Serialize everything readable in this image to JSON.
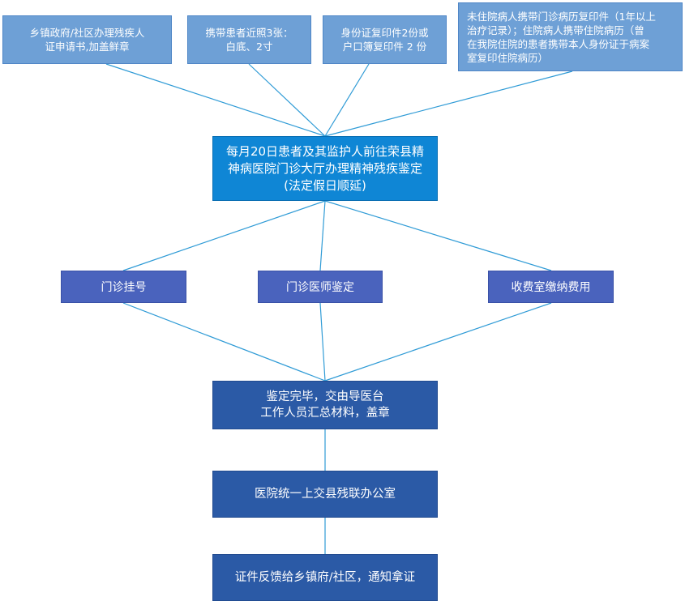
{
  "requirements": [
    {
      "id": "req-1",
      "text": "乡镇政府/社区办理残疾人\n证申请书,加盖鲜章"
    },
    {
      "id": "req-2",
      "text": "携带患者近照3张：\n白底、2寸"
    },
    {
      "id": "req-3",
      "text": "身份证复印件2份或\n户口簿复印件 2 份"
    },
    {
      "id": "req-4",
      "text": "未住院病人携带门诊病历复印件（1年以上\n治疗记录）；住院病人携带住院病历（曾\n在我院住院的患者携带本人身份证于病案\n室复印住院病历）"
    }
  ],
  "main_step": "每月20日患者及其监护人前往荣县精\n神病医院门诊大厅办理精神残疾鉴定\n(法定假日顺延)",
  "steps": [
    {
      "id": "step-1",
      "text": "门诊挂号"
    },
    {
      "id": "step-2",
      "text": "门诊医师鉴定"
    },
    {
      "id": "step-3",
      "text": "收费室缴纳费用"
    }
  ],
  "process": [
    {
      "id": "proc-1",
      "text": "鉴定完毕，交由导医台\n工作人员汇总材料，盖章"
    },
    {
      "id": "proc-2",
      "text": "医院统一上交县残联办公室"
    },
    {
      "id": "proc-3",
      "text": "证件反馈给乡镇府/社区，通知拿证"
    }
  ],
  "colors": {
    "requirement_box": "#6ea0d6",
    "main_box": "#0f86d5",
    "step_box": "#4a63bd",
    "process_box": "#2b5aa6",
    "connector": "#2f9bd6"
  }
}
